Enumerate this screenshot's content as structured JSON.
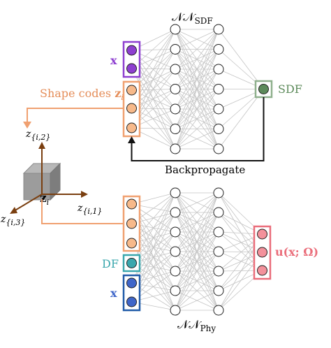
{
  "top_network": {
    "title_prefix": "𝒩𝒩",
    "title_sub": "SDF",
    "x_label": "x",
    "shape_codes_label": "Shape codes ",
    "shape_codes_var": "z",
    "shape_codes_sub": "i",
    "output_label": "SDF",
    "backprop_label": "Backpropagate"
  },
  "latent_cube": {
    "center_var": "z",
    "center_sub": "i",
    "axis_up": "z",
    "axis_up_sub": "{i,2}",
    "axis_right": "z",
    "axis_right_sub": "{i,1}",
    "axis_left": "z",
    "axis_left_sub": "{i,3}"
  },
  "bottom_network": {
    "title_prefix": "𝒩𝒩",
    "title_sub": "Phy",
    "df_label": "DF",
    "x_label": "x",
    "output_label": "u(x; Ω)"
  },
  "colors": {
    "purple": "#8e3fd0",
    "orange": "#f0a070",
    "orange_line": "#e58e5a",
    "teal": "#3aa7ad",
    "blue": "#3f66c9",
    "green": "#5c8a5a",
    "red": "#ea6d7a",
    "gray_line": "#bdbdbd"
  }
}
